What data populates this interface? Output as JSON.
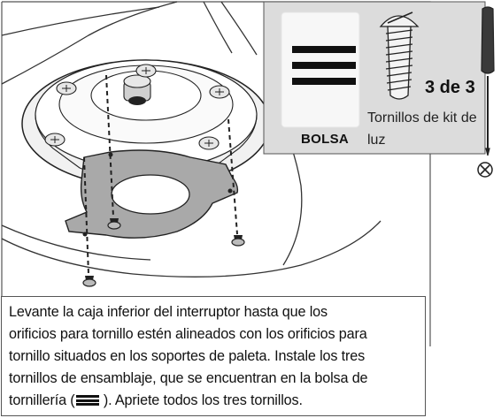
{
  "instruction": {
    "line1": "Levante la caja inferior del interruptor hasta que los",
    "line2": "orificios para tornillo estén alineados con los orificios para",
    "line3": "tornillo situados en los soportes de paleta. Instale los tres",
    "line4": "tornillos de ensamblaje, que se encuentran en la bolsa de",
    "line5_before": "tornillería (",
    "line5_after": " ). Apriete todos los tres tornillos."
  },
  "kit": {
    "bag_label": "BOLSA",
    "screw_count": "3 de 3",
    "screw_type": "Tornillos de kit de luz"
  },
  "icons": {
    "bag_symbol": "three-horizontal-bars-icon",
    "screw": "screw-icon",
    "screwdriver": "phillips-screwdriver-icon",
    "phillips_head": "phillips-head-icon"
  }
}
